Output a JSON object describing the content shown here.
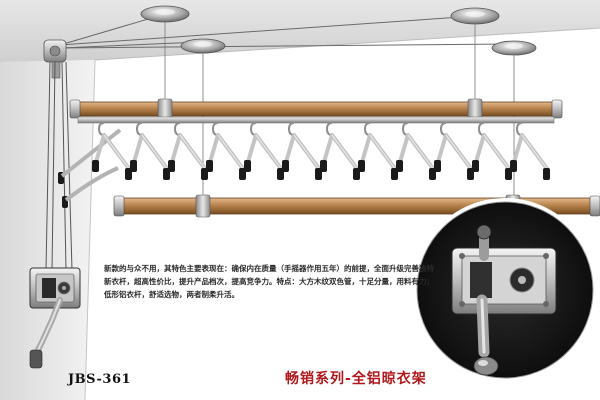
{
  "product": {
    "model": "JBS-361",
    "slogan": "畅销系列-全铝晾衣架",
    "description": "新款的与众不用，其特色主要表现在：确保内在质量（手摇器作用五年）的前提，全面升级完善独特新衣杆，超高性价比，提升产品档次，提高竞争力。特点：大方木纹双色管，十足分量，用料有力；低形铝衣杆，舒适选物，两者制柔升活。"
  },
  "colors": {
    "wood": "#b8844e",
    "metal": "#c9c9c9",
    "hanger_tip": "#1a1a1a",
    "slogan_red": "#b0181b",
    "inset_bg": "#1b1b1b"
  },
  "icons": {
    "ceiling_cup": "ceiling-pulley-icon",
    "hanger": "hanger-icon",
    "crank": "crank-handle-icon"
  }
}
